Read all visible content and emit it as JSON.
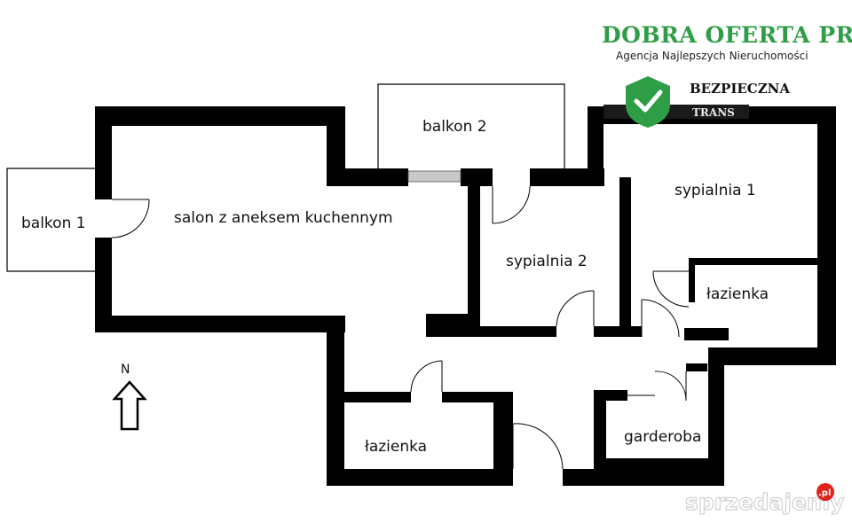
{
  "brand": {
    "name": "DOBRA OFERTA PRO",
    "tagline": "Agencja Najlepszych Nieruchomości",
    "color": "#2e9e46"
  },
  "badge": {
    "line1": "BEZPIECZNA",
    "line2": "TRANS",
    "shield_icon": "check-shield-icon",
    "color": "#2e9e46"
  },
  "rooms": {
    "balkon_1": "balkon 1",
    "salon": "salon z aneksem kuchennym",
    "balkon_2": "balkon 2",
    "sypialnia_2": "sypialnia 2",
    "sypialnia_1": "sypialnia 1",
    "lazienka_1": "łazienka",
    "lazienka_2": "łazienka",
    "garderoba": "garderoba"
  },
  "compass": {
    "label": "N",
    "icon": "north-arrow-icon"
  },
  "watermark": {
    "text": "sprzedajemy",
    "tld": ".pl",
    "color": "#c9c9c9",
    "accent": "#e2231a"
  },
  "colors": {
    "wall": "#000000",
    "window": "#c8c8c8",
    "background": "#ffffff"
  }
}
